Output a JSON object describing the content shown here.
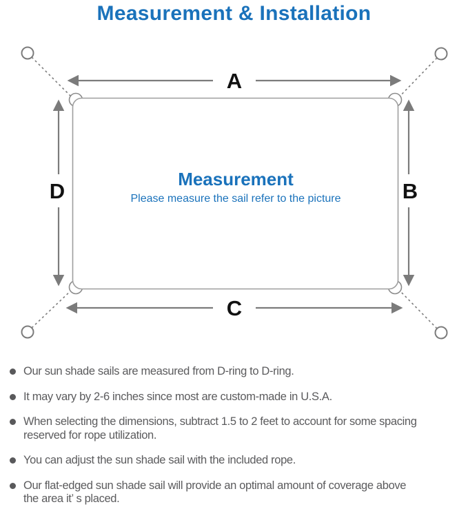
{
  "title": "Measurement & Installation",
  "colors": {
    "accent_blue": "#1a72bb",
    "line_gray": "#7b7b7b",
    "outline_gray": "#9e9e9e",
    "text_gray": "#5b5b5d",
    "label_black": "#111111"
  },
  "diagram": {
    "label_a": "A",
    "label_b": "B",
    "label_c": "C",
    "label_d": "D",
    "center_heading": "Measurement",
    "center_subtitle": "Please measure the sail refer to the picture"
  },
  "notes": [
    {
      "text": "Our sun shade sails are measured from D-ring to D-ring."
    },
    {
      "text": "It may vary by 2-6 inches since most are custom-made in U.S.A."
    },
    {
      "text": "When selecting the dimensions, subtract 1.5 to 2 feet to account for some spacing\nreserved for rope utilization."
    },
    {
      "text": "You can adjust the sun shade sail with the included rope."
    },
    {
      "text": "Our flat-edged sun shade sail will provide an optimal amount of coverage above\nthe area it’ s placed."
    }
  ]
}
